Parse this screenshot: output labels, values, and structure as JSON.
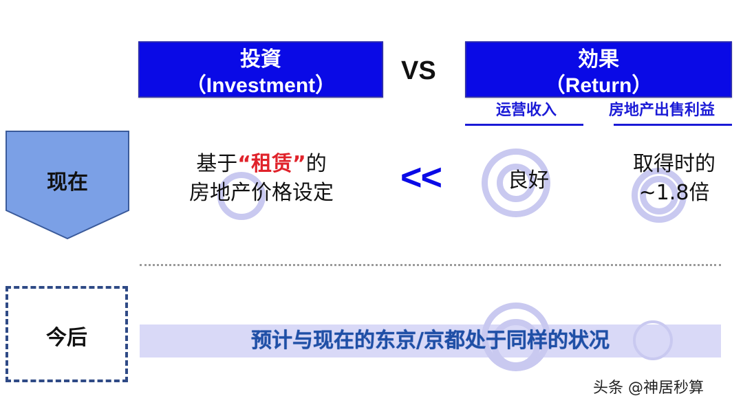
{
  "slide": {
    "header": {
      "investment": {
        "zh": "投資",
        "en": "（Investment）"
      },
      "vs": "VS",
      "return": {
        "zh": "効果",
        "en": "（Return）"
      },
      "return_subheaders": [
        "运营收入",
        "房地产出售利益"
      ]
    },
    "now_row": {
      "label": "现在",
      "pricing": {
        "line1_prefix": "基于",
        "line1_quote_open": "“",
        "line1_accent": "租赁",
        "line1_quote_close": "”",
        "line1_suffix": "的",
        "line2": "房地产价格设定"
      },
      "comparison_symbol": "<<",
      "operating_income": "良好",
      "sale_profit": {
        "line1": "取得时的",
        "line2": "~1.8倍"
      }
    },
    "future_row": {
      "label": "今后",
      "forecast": "预计与现在的东京/京都处于同样的状况"
    },
    "colors": {
      "header_blue": "#0a0ae6",
      "arrow_fill": "#7ba0e6",
      "accent_red": "#e0222a",
      "bar_fill": "#d9d9f7",
      "forecast_text": "#1f4fa6",
      "ring": "#c9c9f0"
    }
  },
  "watermark": "头条 @神居秒算"
}
